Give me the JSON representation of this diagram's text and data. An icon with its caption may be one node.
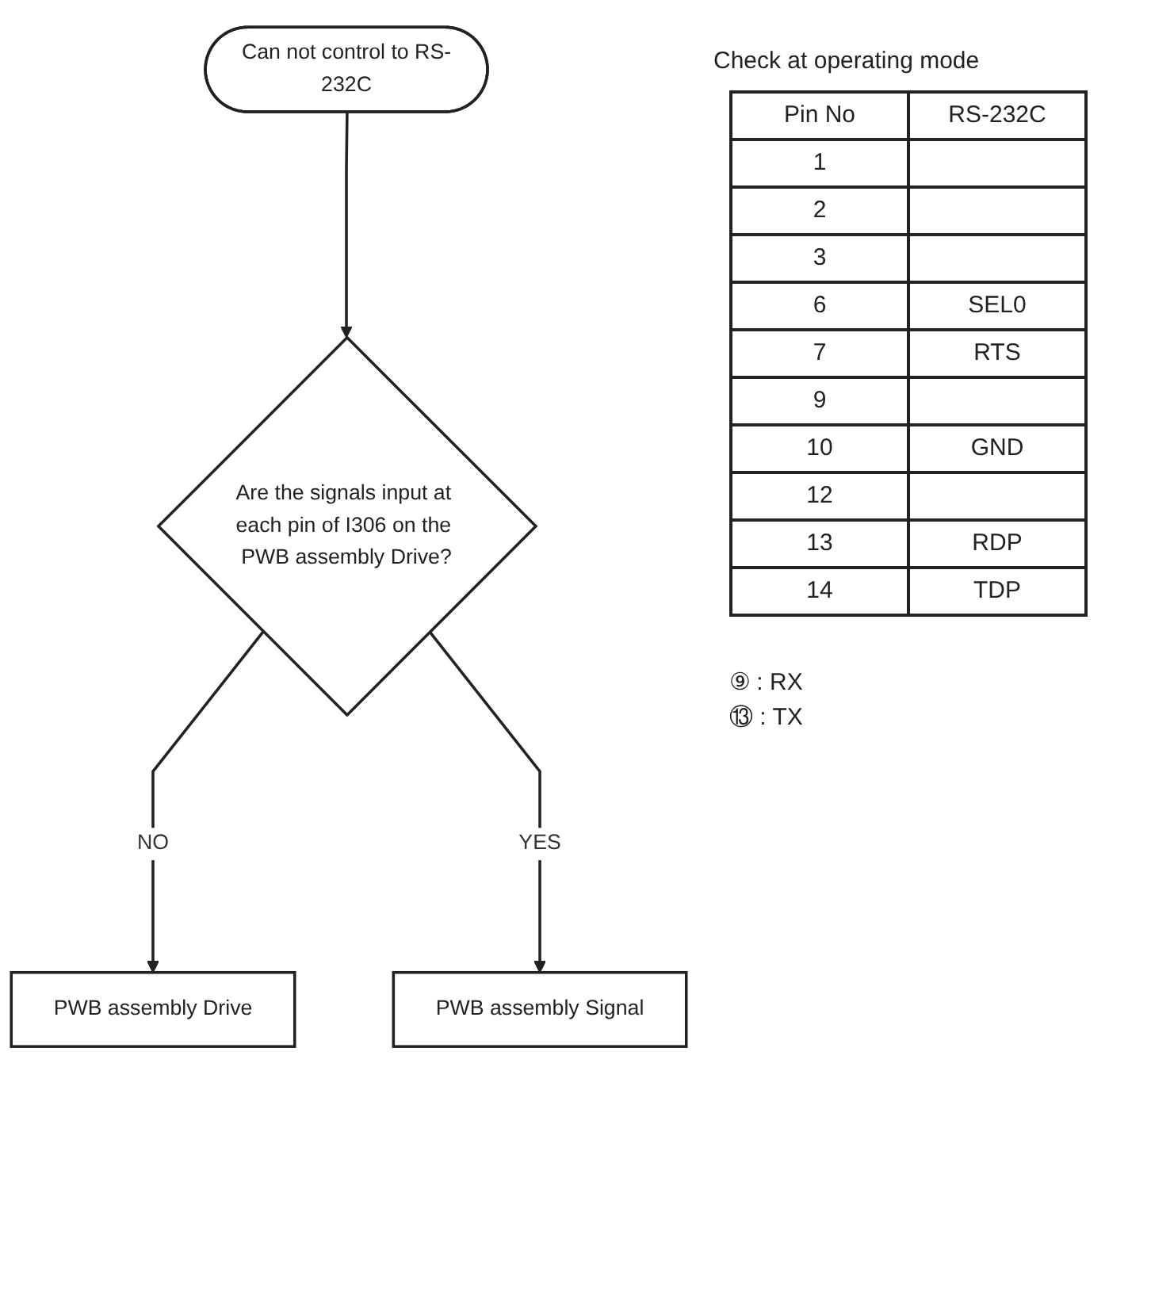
{
  "diagram": {
    "nodes": [
      {
        "text": [
          "Can not control to RS-232C"
        ]
      },
      {
        "text": [
          "Are the signals input at each pin of I306 on the PWB assembly Drive?"
        ]
      },
      {
        "text": [
          "PWB assembly Drive"
        ]
      },
      {
        "text": [
          "PWB assembly Signal"
        ]
      }
    ],
    "edges": [
      {
        "from": 0,
        "to": 1,
        "arrow": "to"
      },
      {
        "from": 1,
        "to": 2,
        "arrow": "to",
        "label": "NO"
      },
      {
        "from": 1,
        "to": 3,
        "arrow": "to",
        "label": "YES"
      }
    ],
    "labels": [
      "Check at operating mode",
      "Pin No",
      "RS-232C",
      "1",
      "2",
      "3",
      "6",
      "SEL0",
      "7",
      "RTS",
      "9",
      "10",
      "GND",
      "12",
      "13",
      "RDP",
      "14",
      "TDP",
      "⑨ : RX",
      "⑬ : TX"
    ]
  }
}
